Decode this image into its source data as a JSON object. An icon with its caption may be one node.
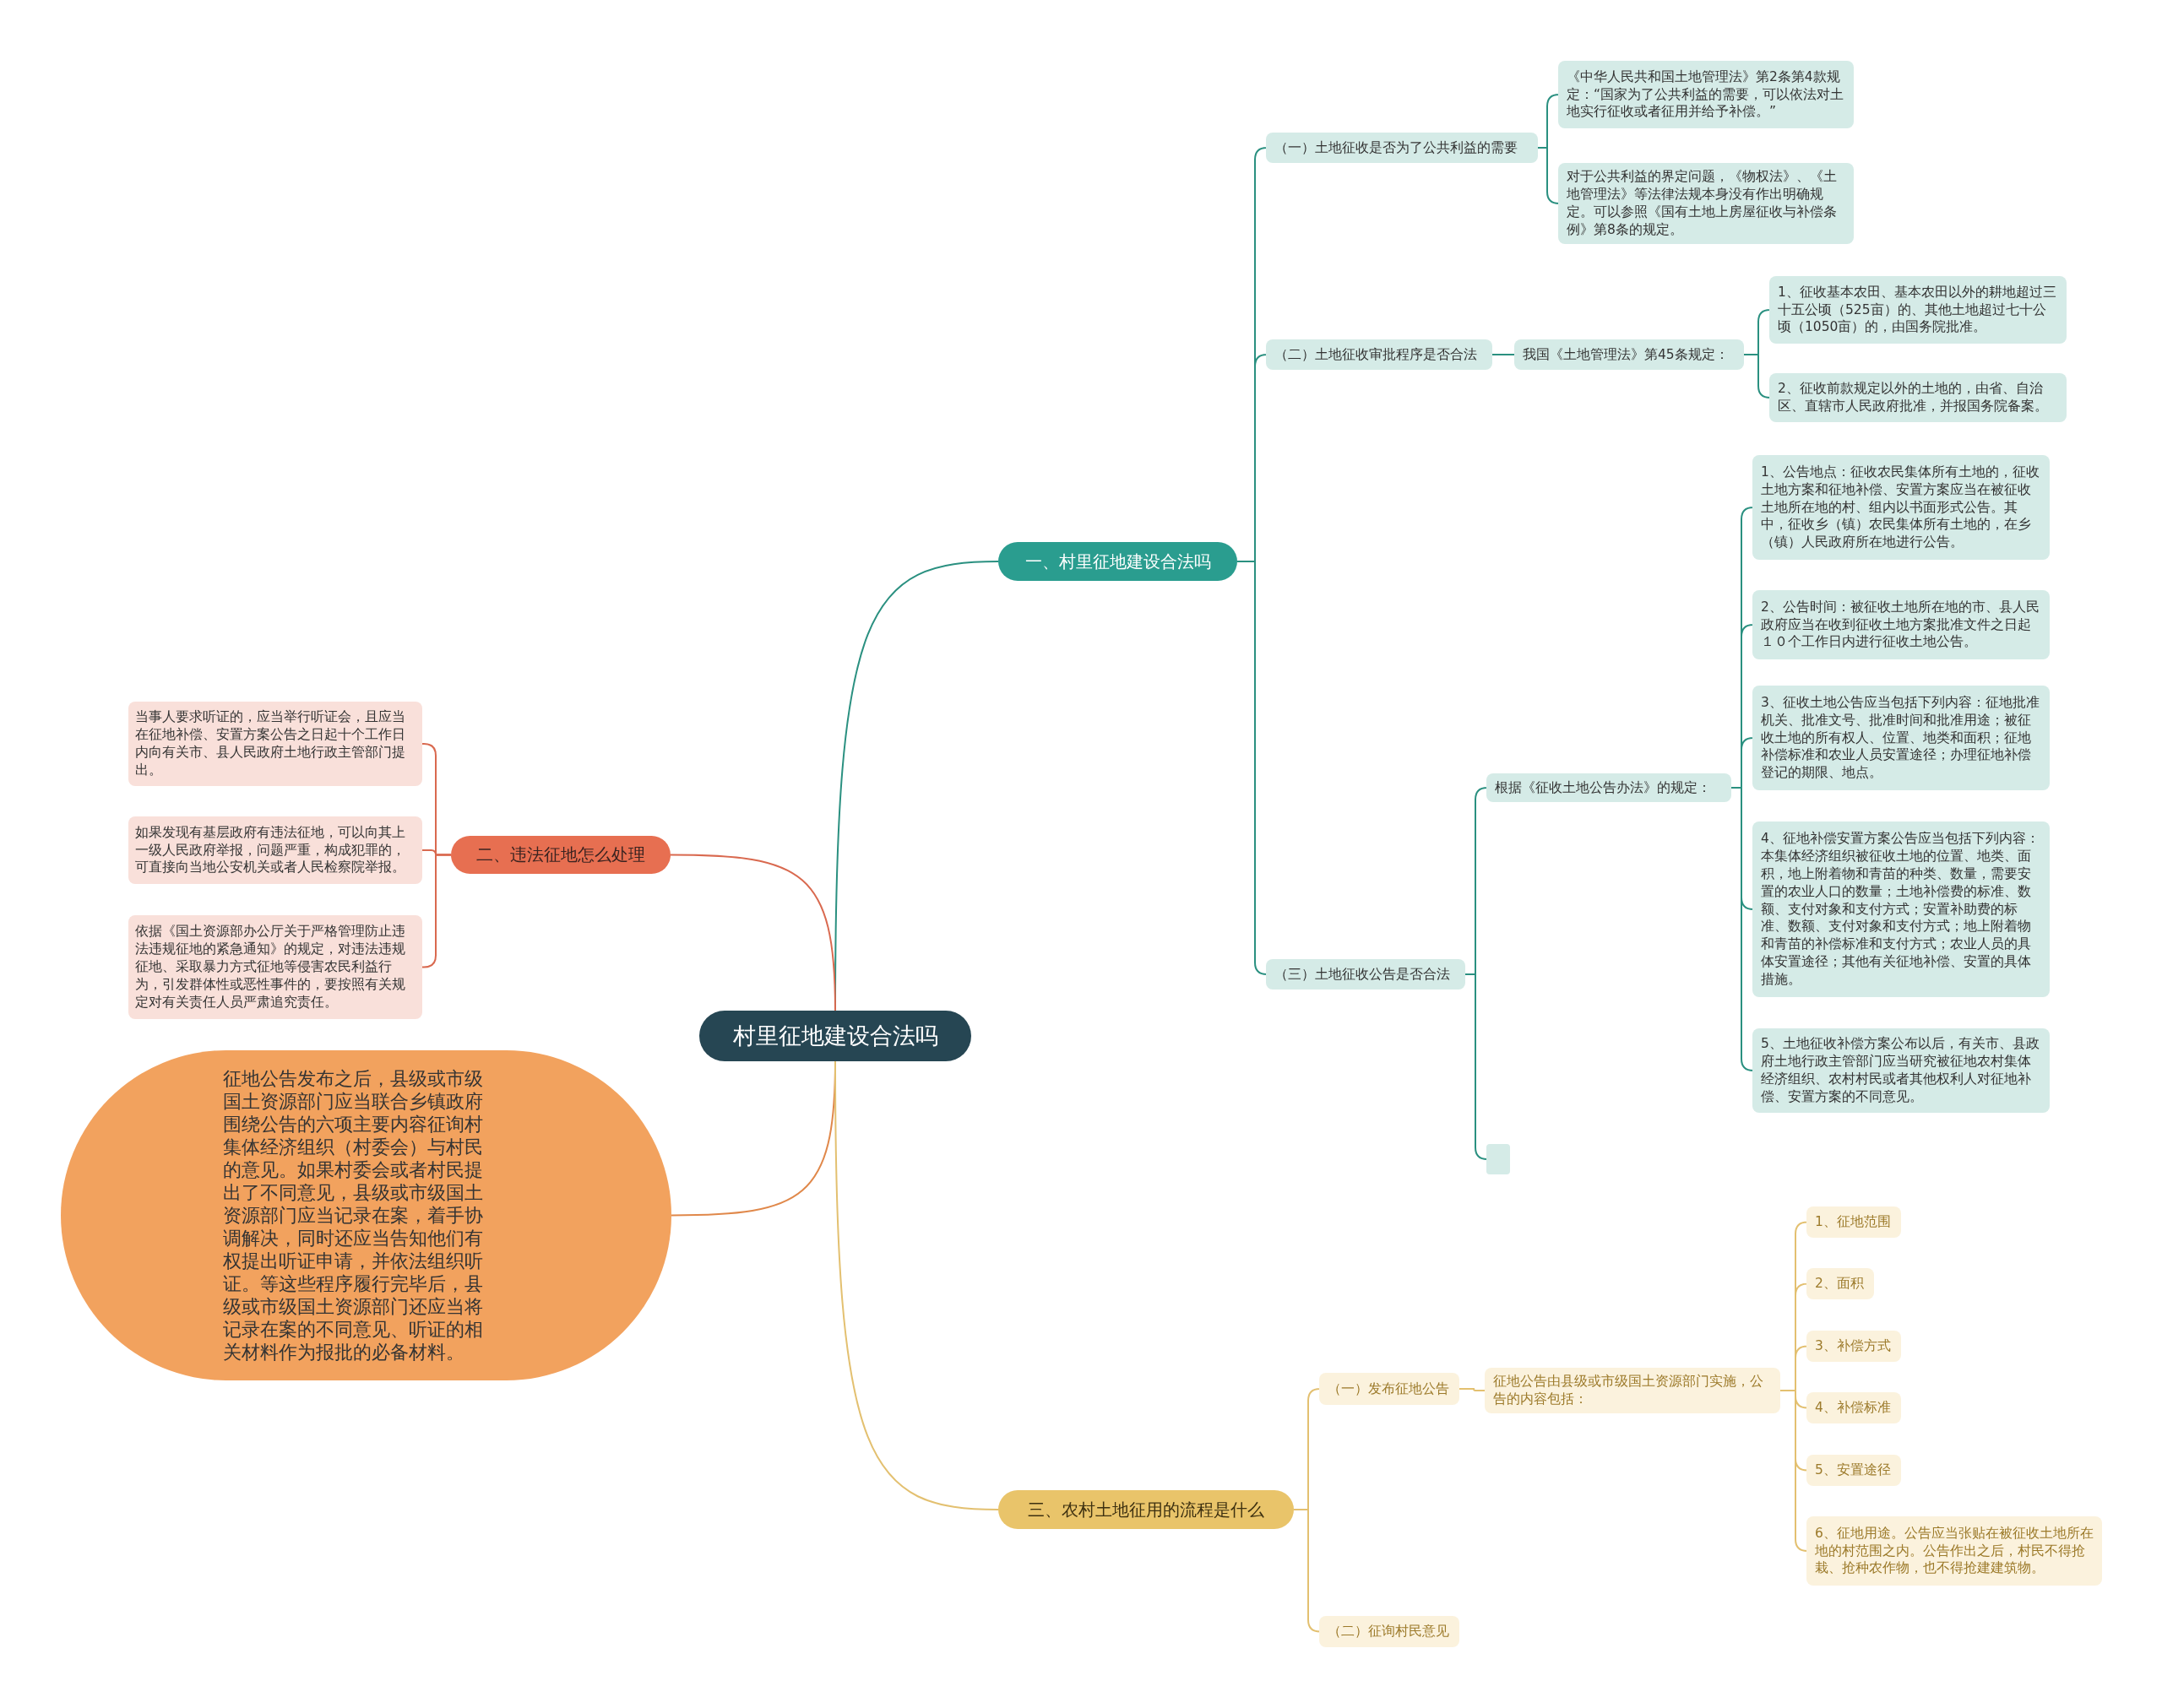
{
  "diagram": {
    "nodes": [
      {
        "text": [
          "村里征地建设合法吗"
        ]
      },
      {
        "text": [
          "一、村里征地建设合法吗"
        ]
      },
      {
        "text": [
          "（一）土地征收是否为了公共利益的需要"
        ]
      },
      {
        "text": [
          "《中华人民共和国土地管理法》第2条第4款规定：“国家为了公共利益的需要，可以依法对土地实行征收或者征用并给予补偿。”"
        ]
      },
      {
        "text": [
          "对于公共利益的界定问题，《物权法》、《土地管理法》等法律法规本身没有作出明确规定。可以参照《国有土地上房屋征收与补偿条例》第8条的规定。"
        ]
      },
      {
        "text": [
          "（二）土地征收审批程序是否合法"
        ]
      },
      {
        "text": [
          "我国《土地管理法》第45条规定："
        ]
      },
      {
        "text": [
          "1、征收基本农田、基本农田以外的耕地超过三十五公顷（525亩）的、其他土地超过七十公顷（1050亩）的，由国务院批准。"
        ]
      },
      {
        "text": [
          "2、征收前款规定以外的土地的，由省、自治区、直辖市人民政府批准，并报国务院备案。"
        ]
      },
      {
        "text": [
          "（三）土地征收公告是否合法"
        ]
      },
      {
        "text": [
          "根据《征收土地公告办法》的规定："
        ]
      },
      {
        "text": [
          "1、公告地点：征收农民集体所有土地的，征收土地方案和征地补偿、安置方案应当在被征收土地所在地的村、组内以书面形式公告。其中，征收乡（镇）农民集体所有土地的，在乡（镇）人民政府所在地进行公告。"
        ]
      },
      {
        "text": [
          "2、公告时间：被征收土地所在地的市、县人民政府应当在收到征收土地方案批准文件之日起１０个工作日内进行征收土地公告。"
        ]
      },
      {
        "text": [
          "3、征收土地公告应当包括下列内容：征地批准机关、批准文号、批准时间和批准用途；被征收土地的所有权人、位置、地类和面积；征地补偿标准和农业人员安置途径；办理征地补偿登记的期限、地点。"
        ]
      },
      {
        "text": [
          "4、征地补偿安置方案公告应当包括下列内容：本集体经济组织被征收土地的位置、地类、面积，地上附着物和青苗的种类、数量，需要安置的农业人口的数量；土地补偿费的标准、数额、支付对象和支付方式；安置补助费的标准、数额、支付对象和支付方式；地上附着物和青苗的补偿标准和支付方式；农业人员的具体安置途径；其他有关征地补偿、安置的具体措施。"
        ]
      },
      {
        "text": [
          "5、土地征收补偿方案公布以后，有关市、县政府土地行政主管部门应当研究被征地农村集体经济组织、农村村民或者其他权利人对征地补偿、安置方案的不同意见。"
        ]
      },
      {
        "text": [],
        "shape": "box"
      },
      {
        "text": [
          "二、违法征地怎么处理"
        ]
      },
      {
        "text": [
          "当事人要求听证的，应当举行听证会，且应当在征地补偿、安置方案公告之日起十个工作日内向有关市、县人民政府土地行政主管部门提出。"
        ]
      },
      {
        "text": [
          "如果发现有基层政府有违法征地，可以向其上一级人民政府举报，问题严重，构成犯罪的，可直接向当地公安机关或者人民检察院举报。"
        ]
      },
      {
        "text": [
          "依据《国土资源部办公厅关于严格管理防止违法违规征地的紧急通知》的规定，对违法违规征地、采取暴力方式征地等侵害农民利益行为，引发群体性或恶性事件的，要按照有关规定对有关责任人员严肃追究责任。"
        ]
      },
      {
        "text": [
          "征地公告发布之后，县级或市级国土资源部门应当联合乡镇政府围绕公告的六项主要内容征询村集体经济组织（村委会）与村民的意见。如果村委会或者村民提出了不同意见，县级或市级国土资源部门应当记录在案，着手协调解决，同时还应当告知他们有权提出听证申请，并依法组织听证。等这些程序履行完毕后，县级或市级国土资源部门还应当将记录在案的不同意见、听证的相关材料作为报批的必备材料。"
        ]
      },
      {
        "text": [
          "三、农村土地征用的流程是什么"
        ]
      },
      {
        "text": [
          "（一）发布征地公告"
        ]
      },
      {
        "text": [
          "征地公告由县级或市级国土资源部门实施，公告的内容包括："
        ]
      },
      {
        "text": [
          "1、征地范围"
        ]
      },
      {
        "text": [
          "2、面积"
        ]
      },
      {
        "text": [
          "3、补偿方式"
        ]
      },
      {
        "text": [
          "4、补偿标准"
        ]
      },
      {
        "text": [
          "5、安置途径"
        ]
      },
      {
        "text": [
          "6、征地用途。公告应当张贴在被征收土地所在地的村范围之内。公告作出之后，村民不得抢栽、抢种农作物，也不得抢建建筑物。"
        ]
      },
      {
        "text": [
          "（二）征询村民意见"
        ]
      }
    ],
    "edges": [
      {
        "from": 0,
        "to": 1,
        "arrow": "none"
      },
      {
        "from": 1,
        "to": 2,
        "arrow": "none"
      },
      {
        "from": 2,
        "to": 3,
        "arrow": "none"
      },
      {
        "from": 2,
        "to": 4,
        "arrow": "none"
      },
      {
        "from": 1,
        "to": 5,
        "arrow": "none"
      },
      {
        "from": 5,
        "to": 6,
        "arrow": "none"
      },
      {
        "from": 6,
        "to": 7,
        "arrow": "none"
      },
      {
        "from": 6,
        "to": 8,
        "arrow": "none"
      },
      {
        "from": 1,
        "to": 9,
        "arrow": "none"
      },
      {
        "from": 9,
        "to": 10,
        "arrow": "none"
      },
      {
        "from": 10,
        "to": 11,
        "arrow": "none"
      },
      {
        "from": 10,
        "to": 12,
        "arrow": "none"
      },
      {
        "from": 10,
        "to": 13,
        "arrow": "none"
      },
      {
        "from": 10,
        "to": 14,
        "arrow": "none"
      },
      {
        "from": 10,
        "to": 15,
        "arrow": "none"
      },
      {
        "from": 9,
        "to": 16,
        "arrow": "none"
      },
      {
        "from": 0,
        "to": 17,
        "arrow": "none",
        "color": "#d9694f"
      },
      {
        "from": 17,
        "to": 18,
        "arrow": "none",
        "color": "#d9694f"
      },
      {
        "from": 17,
        "to": 19,
        "arrow": "none",
        "color": "#d9694f"
      },
      {
        "from": 17,
        "to": 20,
        "arrow": "none",
        "color": "#d9694f"
      },
      {
        "from": 0,
        "to": 21,
        "arrow": "none",
        "color": "#e0884a"
      },
      {
        "from": 0,
        "to": 22,
        "arrow": "none",
        "color": "#e3c070"
      },
      {
        "from": 22,
        "to": 23,
        "arrow": "none",
        "color": "#e3c070"
      },
      {
        "from": 23,
        "to": 24,
        "arrow": "none",
        "color": "#e3c070"
      },
      {
        "from": 24,
        "to": 25,
        "arrow": "none",
        "color": "#e3c070"
      },
      {
        "from": 24,
        "to": 26,
        "arrow": "none",
        "color": "#e3c070"
      },
      {
        "from": 24,
        "to": 27,
        "arrow": "none",
        "color": "#e3c070"
      },
      {
        "from": 24,
        "to": 28,
        "arrow": "none",
        "color": "#e3c070"
      },
      {
        "from": 24,
        "to": 29,
        "arrow": "none",
        "color": "#e3c070"
      },
      {
        "from": 24,
        "to": 30,
        "arrow": "none",
        "color": "#e3c070"
      },
      {
        "from": 22,
        "to": 31,
        "arrow": "none",
        "color": "#e3c070"
      }
    ]
  }
}
